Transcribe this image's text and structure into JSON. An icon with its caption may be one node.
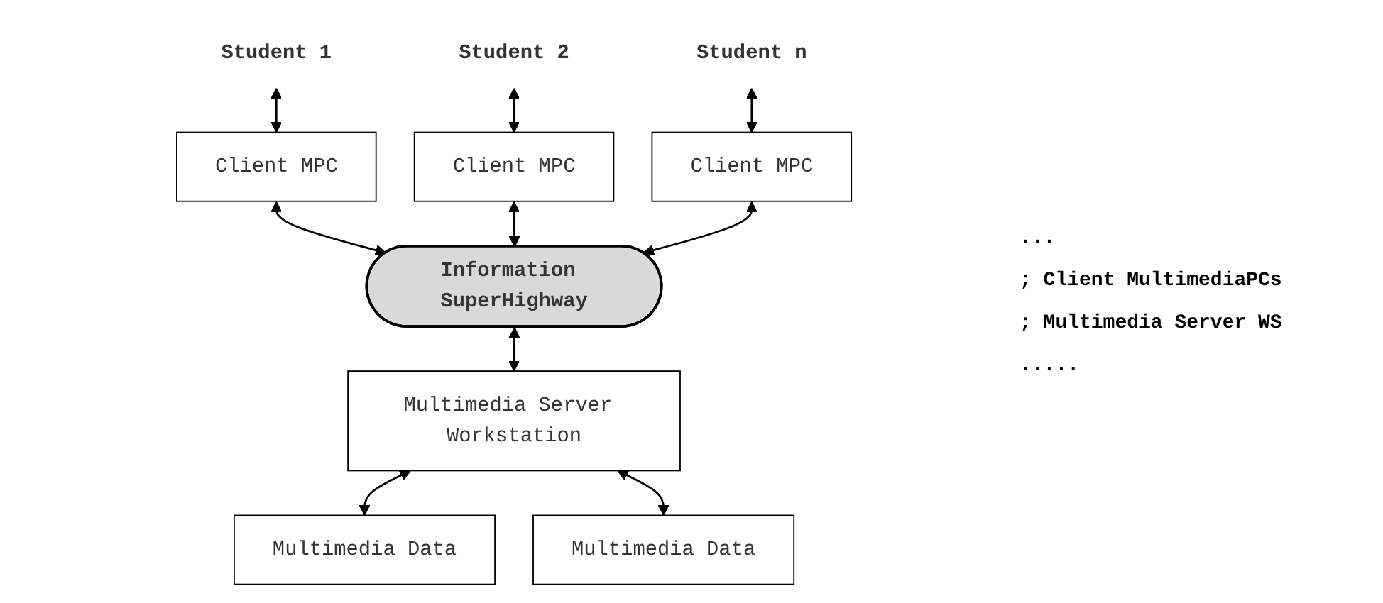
{
  "diagram": {
    "nodes": [
      {
        "text": [
          "Student 1"
        ]
      },
      {
        "text": [
          "Student 2"
        ]
      },
      {
        "text": [
          "Student n"
        ]
      },
      {
        "text": [
          "Client MPC"
        ]
      },
      {
        "text": [
          "Client MPC"
        ]
      },
      {
        "text": [
          "Client MPC"
        ]
      },
      {
        "text": [
          "Information SuperHighway"
        ]
      },
      {
        "text": [
          "Multimedia Server Workstation"
        ]
      },
      {
        "text": [
          "Multimedia Data"
        ]
      },
      {
        "text": [
          "Multimedia Data"
        ]
      }
    ],
    "edges": [
      {
        "from": 0,
        "to": 3,
        "arrow": "both"
      },
      {
        "from": 1,
        "to": 4,
        "arrow": "both"
      },
      {
        "from": 2,
        "to": 5,
        "arrow": "both"
      },
      {
        "from": 3,
        "to": 6,
        "arrow": "both"
      },
      {
        "from": 4,
        "to": 6,
        "arrow": "both"
      },
      {
        "from": 5,
        "to": 6,
        "arrow": "both"
      },
      {
        "from": 6,
        "to": 7,
        "arrow": "both"
      },
      {
        "from": 7,
        "to": 8,
        "arrow": "both"
      },
      {
        "from": 7,
        "to": 9,
        "arrow": "both"
      }
    ],
    "labels": [
      "...",
      "; Client MultimediaPCs",
      "; Multimedia Server WS",
      "....."
    ]
  }
}
